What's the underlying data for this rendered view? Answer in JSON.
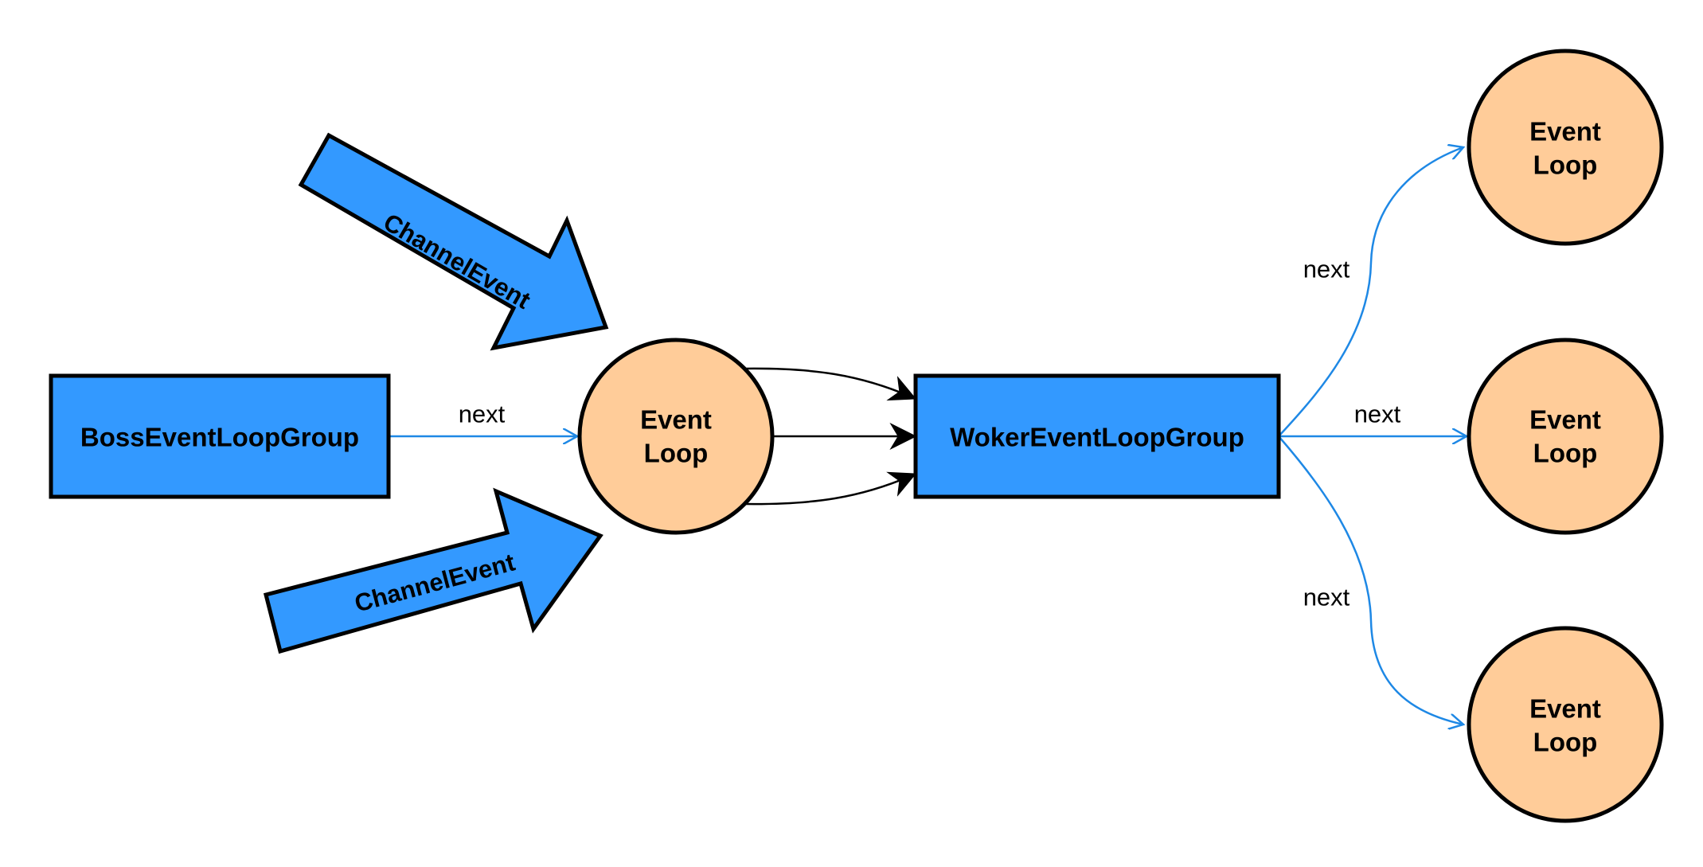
{
  "colors": {
    "box_fill": "#3399ff",
    "node_fill": "#ffcc99",
    "stroke": "#000000",
    "edge_blue": "#1e88e5",
    "background": "#ffffff"
  },
  "boss_group": {
    "label": "BossEventLoopGroup"
  },
  "worker_group": {
    "label": "WokerEventLoopGroup"
  },
  "boss_event_loop": {
    "line1": "Event",
    "line2": "Loop"
  },
  "worker_event_loops": [
    {
      "line1": "Event",
      "line2": "Loop"
    },
    {
      "line1": "Event",
      "line2": "Loop"
    },
    {
      "line1": "Event",
      "line2": "Loop"
    }
  ],
  "channel_events": [
    {
      "label": "ChannelEvent"
    },
    {
      "label": "ChannelEvent"
    }
  ],
  "edge_labels": {
    "boss_to_loop": "next",
    "worker_to_top": "next",
    "worker_to_middle": "next",
    "worker_to_bottom": "next"
  }
}
